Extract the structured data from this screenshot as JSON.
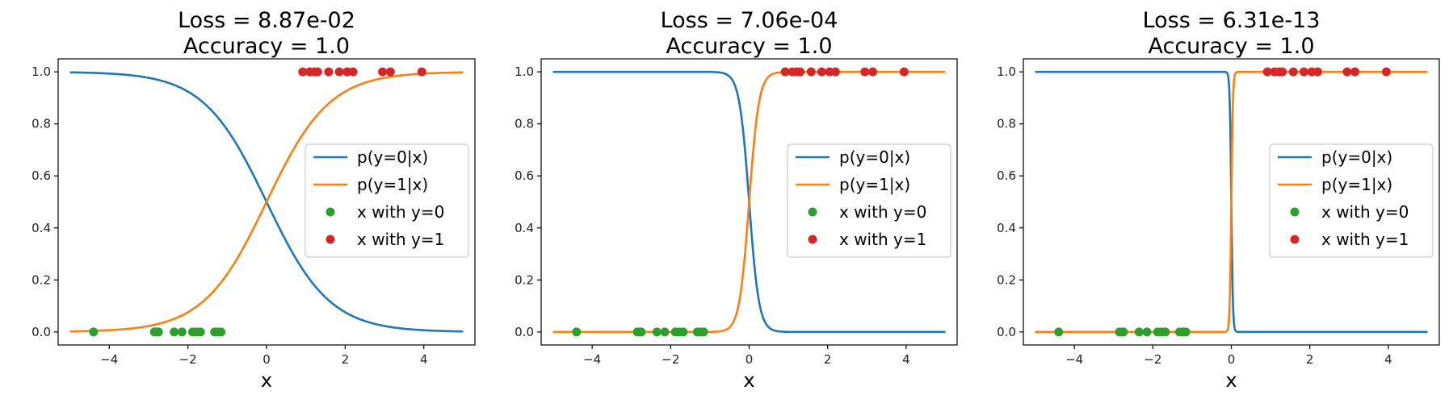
{
  "figure": {
    "background": "#ffffff",
    "colors": {
      "p_y0": "#1f77b4",
      "p_y1": "#ff7f0e",
      "class0": "#2ca02c",
      "class1": "#d62728"
    },
    "legend_labels": [
      "p(y=0|x)",
      "p(y=1|x)",
      "x with y=0",
      "x with y=1"
    ]
  },
  "chart_data": [
    {
      "type": "line",
      "title_line1": "Loss = 8.87e-02",
      "title_line2": "Accuracy = 1.0",
      "xlabel": "x",
      "ylabel": "",
      "xlim": [
        -5.3,
        5.3
      ],
      "ylim": [
        -0.05,
        1.05
      ],
      "xticks": [
        -4,
        -2,
        0,
        2,
        4
      ],
      "xtick_labels": [
        "−4",
        "−2",
        "0",
        "2",
        "4"
      ],
      "yticks": [
        0.0,
        0.2,
        0.4,
        0.6,
        0.8,
        1.0
      ],
      "ytick_labels": [
        "0.0",
        "0.2",
        "0.4",
        "0.6",
        "0.8",
        "1.0"
      ],
      "grid": false,
      "legend_position": "center-right",
      "sigmoid_slope": 1.25,
      "series": [
        {
          "name": "p(y=0|x)",
          "x_range": [
            -5,
            5
          ],
          "formula": "1 - sigmoid(1.25*x)"
        },
        {
          "name": "p(y=1|x)",
          "x_range": [
            -5,
            5
          ],
          "formula": "sigmoid(1.25*x)"
        }
      ],
      "points_y0": {
        "name": "x with y=0",
        "y": 0,
        "x": [
          -4.4,
          -2.85,
          -2.78,
          -2.75,
          -2.35,
          -2.15,
          -1.88,
          -1.78,
          -1.68,
          -1.32,
          -1.23,
          -1.16
        ]
      },
      "points_y1": {
        "name": "x with y=1",
        "y": 1,
        "x": [
          0.92,
          1.1,
          1.22,
          1.3,
          1.58,
          1.85,
          2.05,
          2.2,
          2.95,
          3.15,
          3.95
        ]
      }
    },
    {
      "type": "line",
      "title_line1": "Loss = 7.06e-04",
      "title_line2": "Accuracy = 1.0",
      "xlabel": "x",
      "ylabel": "",
      "xlim": [
        -5.3,
        5.3
      ],
      "ylim": [
        -0.05,
        1.05
      ],
      "xticks": [
        -4,
        -2,
        0,
        2,
        4
      ],
      "xtick_labels": [
        "−4",
        "−2",
        "0",
        "2",
        "4"
      ],
      "yticks": [
        0.0,
        0.2,
        0.4,
        0.6,
        0.8,
        1.0
      ],
      "ytick_labels": [
        "0.0",
        "0.2",
        "0.4",
        "0.6",
        "0.8",
        "1.0"
      ],
      "grid": false,
      "legend_position": "center-right",
      "sigmoid_slope": 8,
      "series": [
        {
          "name": "p(y=0|x)",
          "x_range": [
            -5,
            5
          ],
          "formula": "1 - sigmoid(8*x)"
        },
        {
          "name": "p(y=1|x)",
          "x_range": [
            -5,
            5
          ],
          "formula": "sigmoid(8*x)"
        }
      ],
      "points_y0": {
        "name": "x with y=0",
        "y": 0,
        "x": [
          -4.4,
          -2.85,
          -2.78,
          -2.75,
          -2.35,
          -2.15,
          -1.88,
          -1.78,
          -1.68,
          -1.32,
          -1.23,
          -1.16
        ]
      },
      "points_y1": {
        "name": "x with y=1",
        "y": 1,
        "x": [
          0.92,
          1.1,
          1.22,
          1.3,
          1.58,
          1.85,
          2.05,
          2.2,
          2.95,
          3.15,
          3.95
        ]
      }
    },
    {
      "type": "line",
      "title_line1": "Loss = 6.31e-13",
      "title_line2": "Accuracy = 1.0",
      "xlabel": "x",
      "ylabel": "",
      "xlim": [
        -5.3,
        5.3
      ],
      "ylim": [
        -0.05,
        1.05
      ],
      "xticks": [
        -4,
        -2,
        0,
        2,
        4
      ],
      "xtick_labels": [
        "−4",
        "−2",
        "0",
        "2",
        "4"
      ],
      "yticks": [
        0.0,
        0.2,
        0.4,
        0.6,
        0.8,
        1.0
      ],
      "ytick_labels": [
        "0.0",
        "0.2",
        "0.4",
        "0.6",
        "0.8",
        "1.0"
      ],
      "grid": false,
      "legend_position": "center-right",
      "sigmoid_slope": 50,
      "series": [
        {
          "name": "p(y=0|x)",
          "x_range": [
            -5,
            5
          ],
          "formula": "1 - sigmoid(50*x)"
        },
        {
          "name": "p(y=1|x)",
          "x_range": [
            -5,
            5
          ],
          "formula": "sigmoid(50*x)"
        }
      ],
      "points_y0": {
        "name": "x with y=0",
        "y": 0,
        "x": [
          -4.4,
          -2.85,
          -2.78,
          -2.75,
          -2.35,
          -2.15,
          -1.88,
          -1.78,
          -1.68,
          -1.32,
          -1.23,
          -1.16
        ]
      },
      "points_y1": {
        "name": "x with y=1",
        "y": 1,
        "x": [
          0.92,
          1.1,
          1.22,
          1.3,
          1.58,
          1.85,
          2.05,
          2.2,
          2.95,
          3.15,
          3.95
        ]
      }
    }
  ]
}
